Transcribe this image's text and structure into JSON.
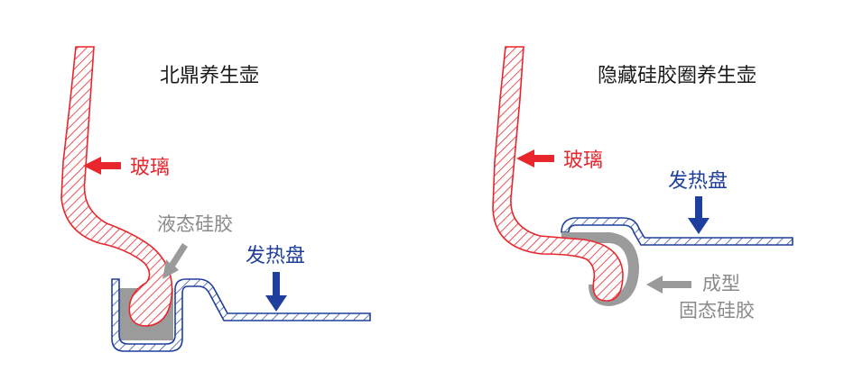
{
  "left_panel": {
    "title": "北鼎养生壶",
    "glass_label": "玻璃",
    "silicone_label": "液态硅胶",
    "heating_plate_label": "发热盘"
  },
  "right_panel": {
    "title": "隐藏硅胶圈养生壶",
    "glass_label": "玻璃",
    "heating_plate_label": "发热盘",
    "silicone_label_line1": "成型",
    "silicone_label_line2": "固态硅胶"
  },
  "colors": {
    "glass": "#e8262d",
    "heating_plate": "#1f3f9c",
    "silicone": "#9a9a9a",
    "title_text": "#1a1a1a"
  }
}
